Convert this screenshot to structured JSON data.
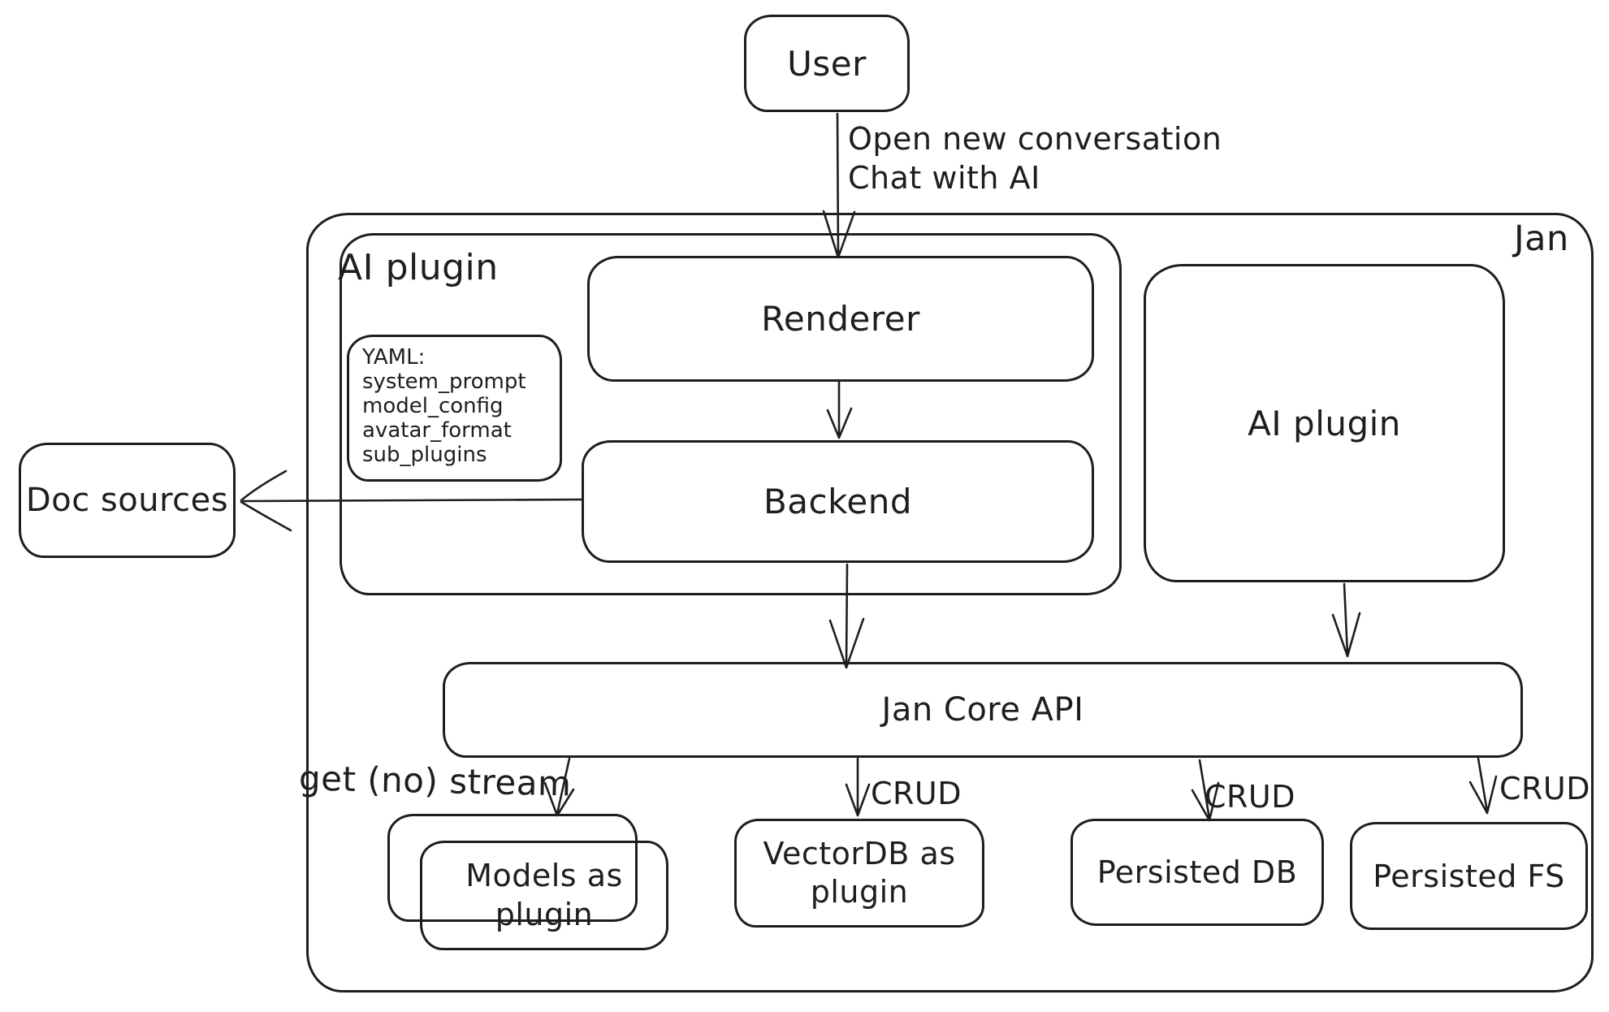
{
  "colors": {
    "stroke": "#1e1e1e",
    "background": "#ffffff"
  },
  "nodes": {
    "user": {
      "label": "User"
    },
    "jan": {
      "label": "Jan"
    },
    "ai_plugin_left": {
      "label": "AI plugin"
    },
    "renderer": {
      "label": "Renderer"
    },
    "yaml_note": {
      "title": "YAML:",
      "lines": [
        "system_prompt",
        "model_config",
        "avatar_format",
        "sub_plugins"
      ]
    },
    "backend": {
      "label": "Backend"
    },
    "doc_sources": {
      "label": "Doc sources"
    },
    "ai_plugin_right": {
      "label": "AI plugin"
    },
    "jan_core_api": {
      "label": "Jan Core API"
    },
    "models_as_plugin": {
      "label": "Models as plugin"
    },
    "vectordb_as_plugin": {
      "label": "VectorDB as plugin"
    },
    "persisted_db": {
      "label": "Persisted DB"
    },
    "persisted_fs": {
      "label": "Persisted FS"
    }
  },
  "edges": {
    "user_to_renderer": {
      "label_line1": "Open new conversation",
      "label_line2": "Chat with AI"
    },
    "jan_core_to_models": {
      "label": "get (no) stream"
    },
    "jan_core_to_vectordb": {
      "label": "CRUD"
    },
    "jan_core_to_persisted_db": {
      "label": "CRUD"
    },
    "jan_core_to_persisted_fs": {
      "label": "CRUD"
    }
  }
}
